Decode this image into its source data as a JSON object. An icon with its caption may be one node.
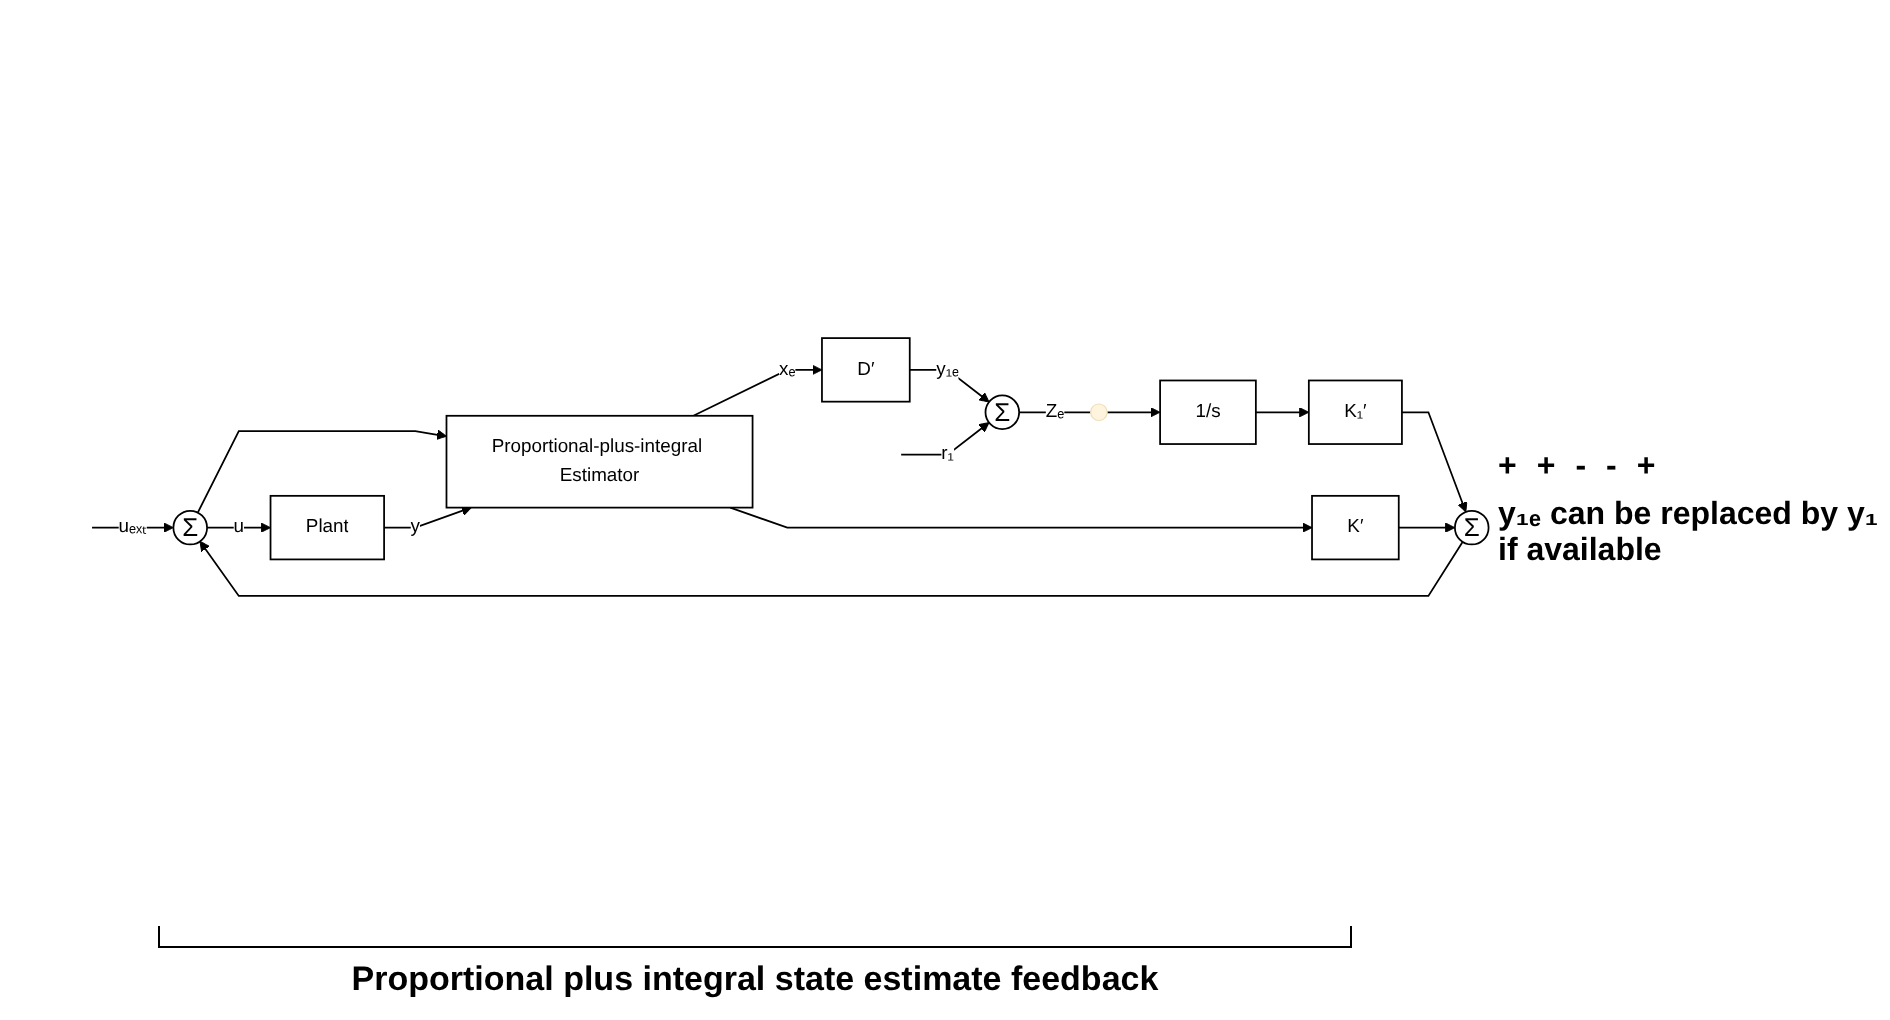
{
  "diagram": {
    "caption": "Proportional plus integral state estimate feedback",
    "nodes": [
      {
        "text": [
          "Σ"
        ]
      },
      {
        "text": [
          "Plant"
        ]
      },
      {
        "text": [
          "Proportional-plus-integral Estimator"
        ]
      },
      {
        "text": [
          "D′"
        ]
      },
      {
        "text": [
          "Σ"
        ]
      },
      {
        "text": [],
        "shape": "circle"
      },
      {
        "text": [
          "1/s"
        ]
      },
      {
        "text": [
          "K₁′"
        ]
      },
      {
        "text": [
          "Σ"
        ]
      },
      {
        "text": [
          "K′"
        ]
      }
    ],
    "edges": [
      {
        "from": null,
        "to": 0,
        "arrow": "to",
        "label": "uₑₓₜ"
      },
      {
        "from": 0,
        "to": 1,
        "arrow": "to",
        "label": "u"
      },
      {
        "from": 0,
        "to": 2,
        "arrow": "to"
      },
      {
        "from": 1,
        "to": 2,
        "arrow": "to",
        "label": "y"
      },
      {
        "from": 2,
        "to": 3,
        "arrow": "to",
        "label": "xₑ"
      },
      {
        "from": 2,
        "to": 9,
        "arrow": "to"
      },
      {
        "from": 3,
        "to": 4,
        "arrow": "to",
        "label": "y₁ₑ"
      },
      {
        "from": null,
        "to": 4,
        "arrow": "to",
        "label": "r₁"
      },
      {
        "from": 4,
        "to": 5,
        "arrow": "none",
        "label": "Zₑ"
      },
      {
        "from": 5,
        "to": 6,
        "arrow": "to"
      },
      {
        "from": 6,
        "to": 7,
        "arrow": "to"
      },
      {
        "from": 7,
        "to": 8,
        "arrow": "to"
      },
      {
        "from": 9,
        "to": 8,
        "arrow": "to"
      },
      {
        "from": 8,
        "to": 0,
        "arrow": "to"
      }
    ],
    "labels": [
      "+",
      "+",
      "-",
      "-",
      "+",
      "y₁ₑ can be replaced by y₁ if available"
    ]
  }
}
